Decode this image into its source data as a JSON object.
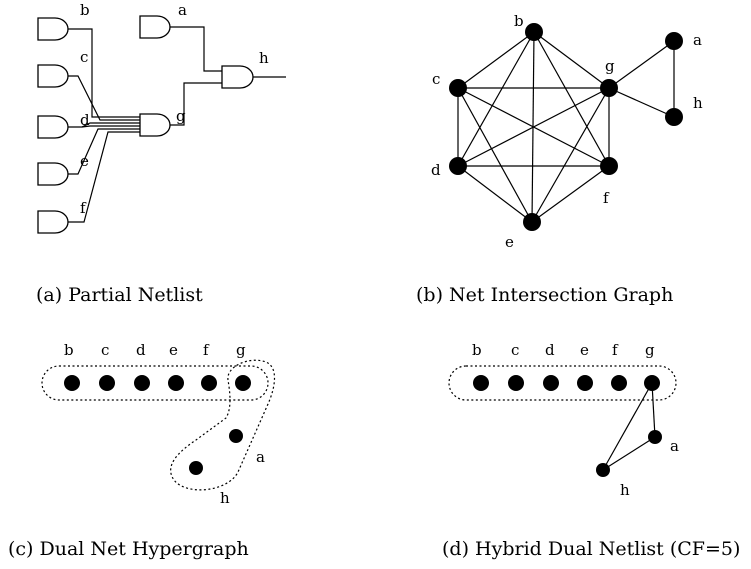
{
  "panels": {
    "a": {
      "caption": "(a) Partial Netlist",
      "nets": [
        "b",
        "c",
        "d",
        "e",
        "f",
        "a",
        "g",
        "h"
      ]
    },
    "b": {
      "caption": "(b) Net Intersection Graph",
      "nodes": [
        "b",
        "c",
        "g",
        "a",
        "h",
        "d",
        "f",
        "e"
      ]
    },
    "c": {
      "caption": "(c) Dual Net Hypergraph",
      "top_labels": [
        "b",
        "c",
        "d",
        "e",
        "f",
        "g"
      ],
      "labels": [
        "a",
        "h"
      ]
    },
    "d": {
      "caption": "(d) Hybrid Dual Netlist (CF=5)",
      "top_labels": [
        "b",
        "c",
        "d",
        "e",
        "f",
        "g"
      ],
      "labels": [
        "a",
        "h"
      ]
    }
  }
}
